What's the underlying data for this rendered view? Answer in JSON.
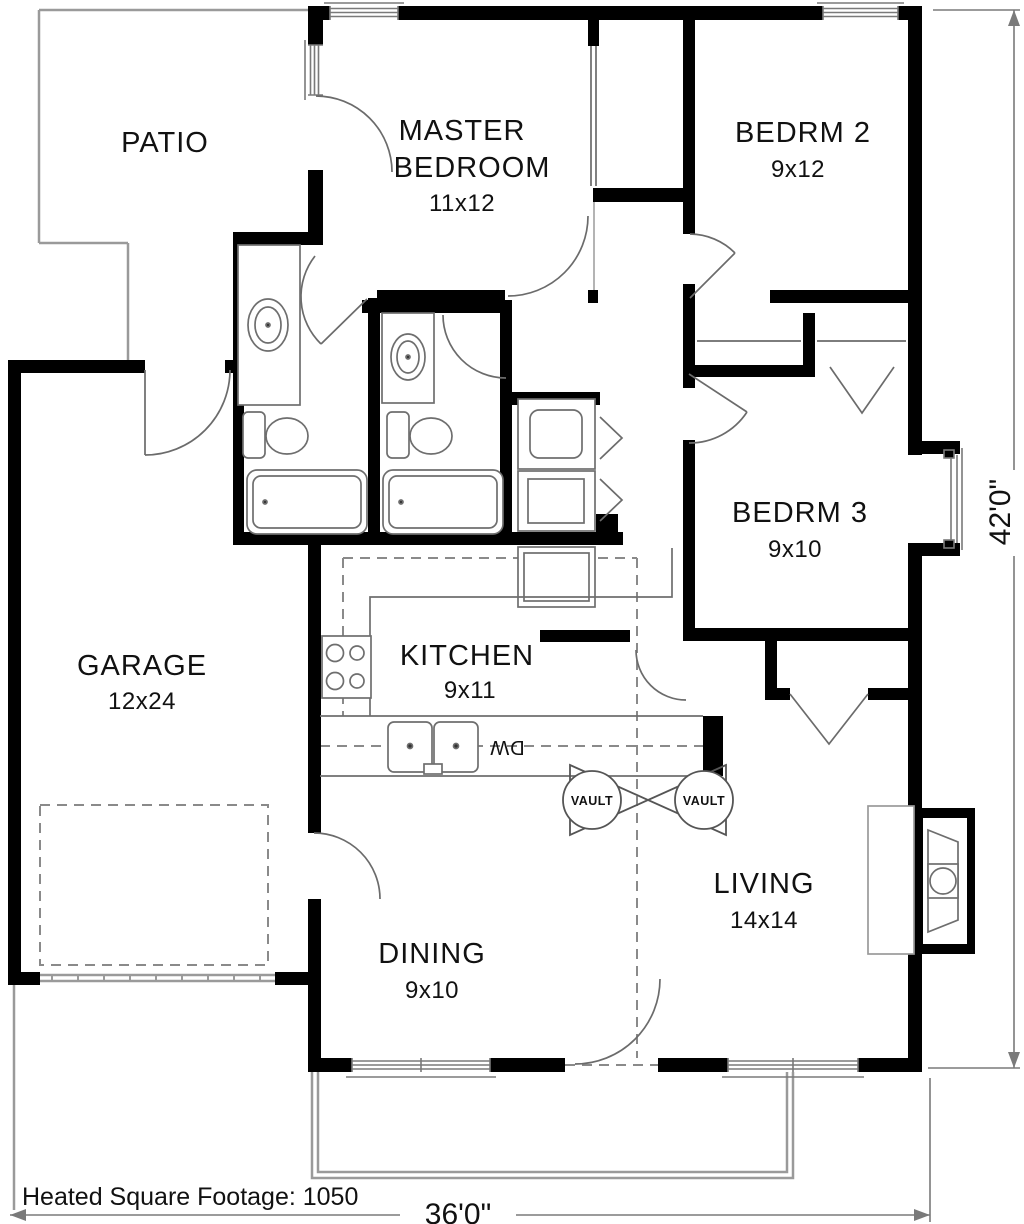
{
  "plan": {
    "footer": "Heated Square Footage: 1050",
    "dimensions": {
      "width": "36'0\"",
      "height": "42'0\""
    },
    "rooms": {
      "patio": {
        "name": "PATIO"
      },
      "master": {
        "line1": "MASTER",
        "line2": "BEDROOM",
        "size": "11x12"
      },
      "bedrm2": {
        "name": "BEDRM 2",
        "size": "9x12"
      },
      "bedrm3": {
        "name": "BEDRM 3",
        "size": "9x10"
      },
      "garage": {
        "name": "GARAGE",
        "size": "12x24"
      },
      "kitchen": {
        "name": "KITCHEN",
        "size": "9x11"
      },
      "dining": {
        "name": "DINING",
        "size": "9x10"
      },
      "living": {
        "name": "LIVING",
        "size": "14x14"
      }
    },
    "annotations": {
      "vault": "VAULT",
      "dishwasher": "DW"
    },
    "colors": {
      "wall": "#000000",
      "thin_line": "#8a8a8a",
      "text": "#111111"
    }
  }
}
